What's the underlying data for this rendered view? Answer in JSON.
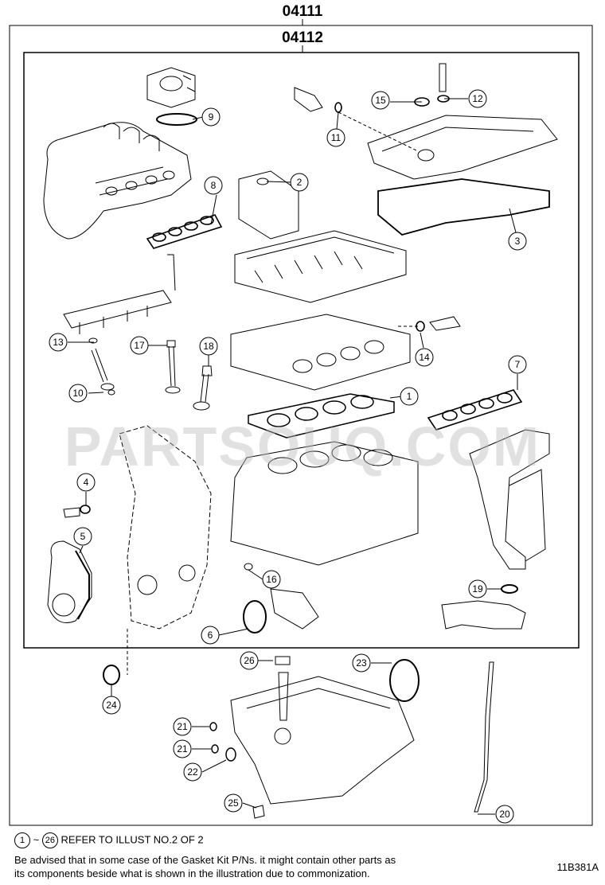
{
  "header": {
    "outer_code": "04111",
    "inner_code": "04112"
  },
  "watermark": "PARTSOUQ.COM",
  "callouts": [
    {
      "id": "c1",
      "label": "1"
    },
    {
      "id": "c2",
      "label": "2"
    },
    {
      "id": "c3",
      "label": "3"
    },
    {
      "id": "c4",
      "label": "4"
    },
    {
      "id": "c5",
      "label": "5"
    },
    {
      "id": "c6",
      "label": "6"
    },
    {
      "id": "c7",
      "label": "7"
    },
    {
      "id": "c8",
      "label": "8"
    },
    {
      "id": "c9",
      "label": "9"
    },
    {
      "id": "c10",
      "label": "10"
    },
    {
      "id": "c11",
      "label": "11"
    },
    {
      "id": "c12",
      "label": "12"
    },
    {
      "id": "c13",
      "label": "13"
    },
    {
      "id": "c14",
      "label": "14"
    },
    {
      "id": "c15",
      "label": "15"
    },
    {
      "id": "c16",
      "label": "16"
    },
    {
      "id": "c17",
      "label": "17"
    },
    {
      "id": "c18",
      "label": "18"
    },
    {
      "id": "c19",
      "label": "19"
    },
    {
      "id": "c20",
      "label": "20"
    },
    {
      "id": "c21a",
      "label": "21"
    },
    {
      "id": "c21b",
      "label": "21"
    },
    {
      "id": "c22",
      "label": "22"
    },
    {
      "id": "c23",
      "label": "23"
    },
    {
      "id": "c24",
      "label": "24"
    },
    {
      "id": "c25",
      "label": "25"
    },
    {
      "id": "c26",
      "label": "26"
    }
  ],
  "footer": {
    "ref_start": "1",
    "ref_tilde": "~",
    "ref_end": "26",
    "ref_text": "REFER TO ILLUST NO.2 OF 2",
    "advisory_line1": "Be advised that in some case of the Gasket Kit P/Ns. it might contain other parts as",
    "advisory_line2": "its components beside what is shown in the illustration due to commonization.",
    "figure_id": "11B381A"
  }
}
